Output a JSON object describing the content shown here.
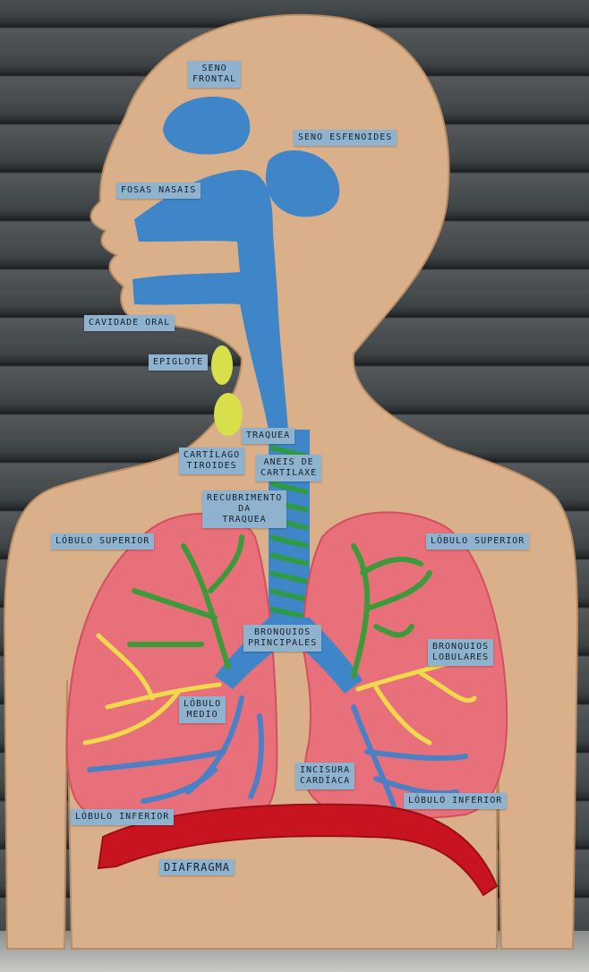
{
  "labels": {
    "seno_frontal": "Seno\nfrontal",
    "seno_esfenoides": "Seno esfenoides",
    "fosas_nasais": "Fosas nasais",
    "cavidade_oral": "Cavidade oral",
    "epiglote": "Epiglote",
    "traquea": "Traquea",
    "cartilago_tiroides": "Cartílago\ntiroides",
    "aneis_cartilaxe": "Aneis de\ncartilaxe",
    "recubrimento_traquea": "Recubrimento\nda\ntraquea",
    "lobulo_superior_left": "Lóbulo superior",
    "lobulo_superior_right": "Lóbulo superior",
    "bronquios_principales": "Bronquios\nprincipales",
    "bronquios_lobulares": "Bronquios\nlobulares",
    "lobulo_medio": "Lóbulo\nmedio",
    "incisura_cardiaca": "Incisura\ncardíaca",
    "lobulo_inferior_left": "Lóbulo inferior",
    "lobulo_inferior_right": "Lóbulo inferior",
    "diafragma": "Diafragma"
  },
  "colors": {
    "wood": "#d9b08a",
    "airway_blue": "#3f86c9",
    "lung_pink": "#e8707a",
    "bronchi_green": "#3c9a3a",
    "bronchi_yellow": "#f0d94a",
    "veins_blue": "#4d7fc4",
    "diaphragm_red": "#c8141e",
    "label_blue": "#8fb3cf"
  }
}
